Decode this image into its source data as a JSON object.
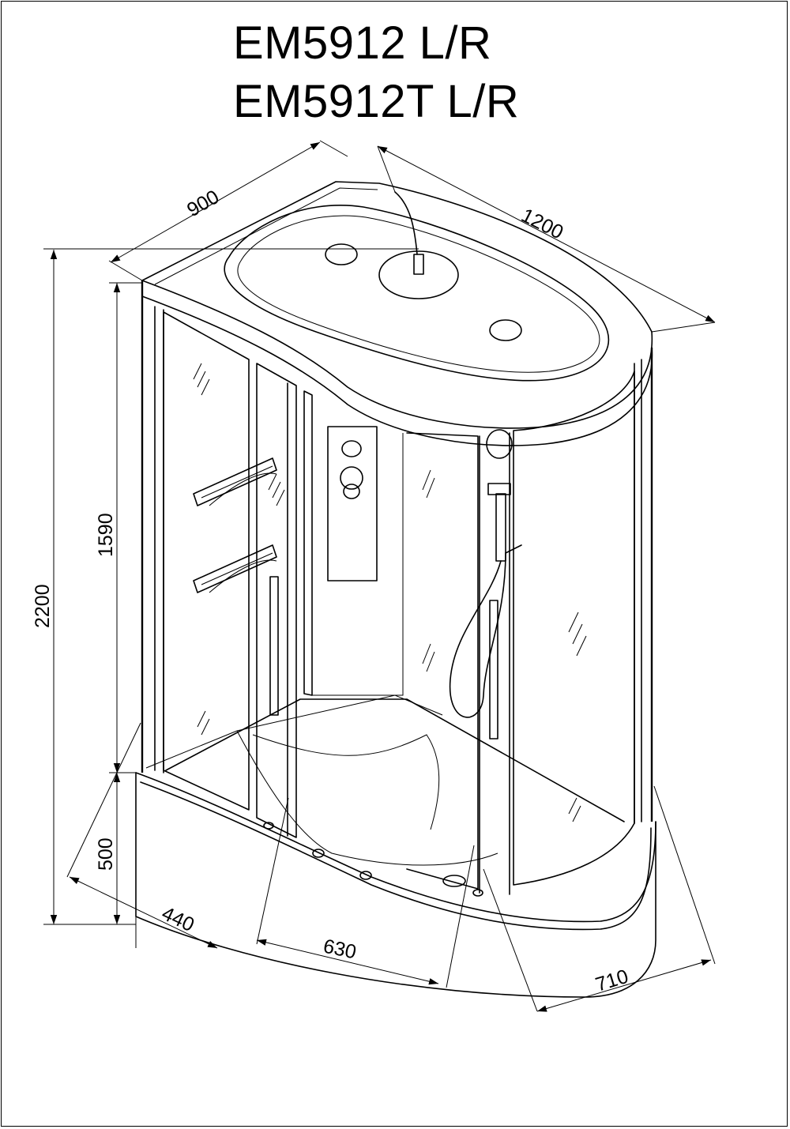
{
  "titles": {
    "line1": "EM5912 L/R",
    "line2": "EM5912T L/R"
  },
  "dimensions": {
    "width_top": "900",
    "length_top": "1200",
    "total_height": "2200",
    "cabin_height": "1590",
    "tray_height": "500",
    "side_depth": "440",
    "front_width": "630",
    "curve_width": "710"
  }
}
